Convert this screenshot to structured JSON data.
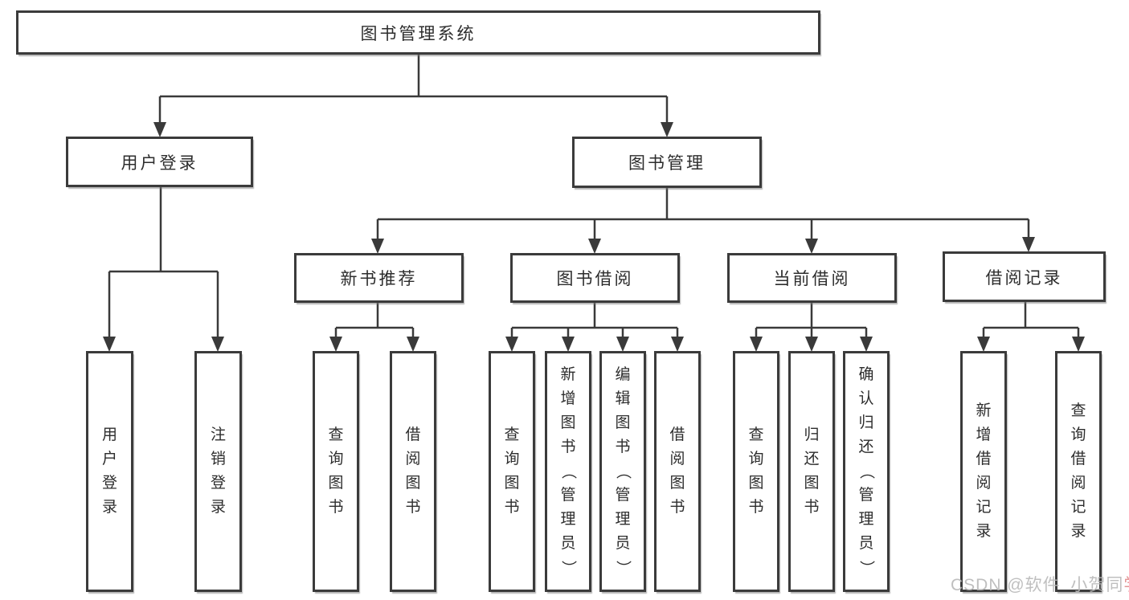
{
  "diagram": {
    "type": "hierarchy-tree",
    "root": {
      "label": "图书管理系统",
      "children": [
        {
          "label": "用户登录",
          "children": [
            {
              "label": "用户登录"
            },
            {
              "label": "注销登录"
            }
          ]
        },
        {
          "label": "图书管理",
          "children": [
            {
              "label": "新书推荐",
              "children": [
                {
                  "label": "查询图书"
                },
                {
                  "label": "借阅图书"
                }
              ]
            },
            {
              "label": "图书借阅",
              "children": [
                {
                  "label": "查询图书"
                },
                {
                  "label": "新增图书（管理员）"
                },
                {
                  "label": "编辑图书（管理员）"
                },
                {
                  "label": "借阅图书"
                }
              ]
            },
            {
              "label": "当前借阅",
              "children": [
                {
                  "label": "查询图书"
                },
                {
                  "label": "归还图书"
                },
                {
                  "label": "确认归还（管理员）"
                }
              ]
            },
            {
              "label": "借阅记录",
              "children": [
                {
                  "label": "新增借阅记录"
                },
                {
                  "label": "查询借阅记录"
                }
              ]
            }
          ]
        }
      ]
    },
    "colors": {
      "line": "#3a3a3a",
      "box_border": "#3b3b3b",
      "text": "#2d2d2d",
      "background": "#ffffff"
    }
  },
  "watermark": {
    "prefix": "CSDN @软件_小贺同",
    "accent": "学",
    "gray_color": "#b9b9b9",
    "accent_color": "#e08b8b"
  }
}
